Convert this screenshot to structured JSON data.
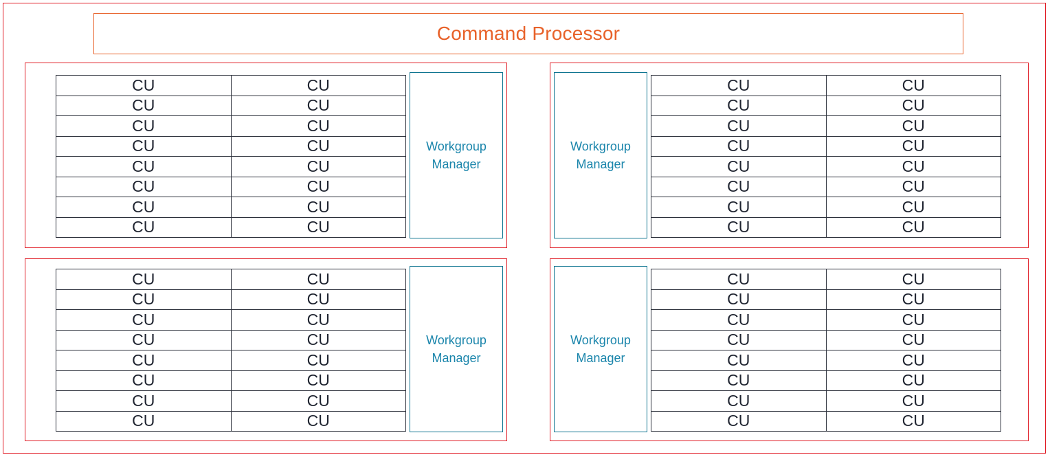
{
  "diagram": {
    "title": "Command Processor",
    "title_color": "#e8622a",
    "frame_color": "#e01b24",
    "manager_color": "#1a85ab",
    "manager_border_color": "#0e7490",
    "cell_text_color": "#1f2430",
    "cell_border_color": "#2b2f3a",
    "workgroups": [
      {
        "id": "workgroup-top-left",
        "layout": "grid-left",
        "manager_label": "Workgroup\nManager",
        "columns": 2,
        "rows": 8,
        "cells": [
          "CU",
          "CU",
          "CU",
          "CU",
          "CU",
          "CU",
          "CU",
          "CU",
          "CU",
          "CU",
          "CU",
          "CU",
          "CU",
          "CU",
          "CU",
          "CU"
        ]
      },
      {
        "id": "workgroup-top-right",
        "layout": "grid-right",
        "manager_label": "Workgroup\nManager",
        "columns": 2,
        "rows": 8,
        "cells": [
          "CU",
          "CU",
          "CU",
          "CU",
          "CU",
          "CU",
          "CU",
          "CU",
          "CU",
          "CU",
          "CU",
          "CU",
          "CU",
          "CU",
          "CU",
          "CU"
        ]
      },
      {
        "id": "workgroup-bottom-left",
        "layout": "grid-left",
        "manager_label": "Workgroup\nManager",
        "columns": 2,
        "rows": 8,
        "cells": [
          "CU",
          "CU",
          "CU",
          "CU",
          "CU",
          "CU",
          "CU",
          "CU",
          "CU",
          "CU",
          "CU",
          "CU",
          "CU",
          "CU",
          "CU",
          "CU"
        ]
      },
      {
        "id": "workgroup-bottom-right",
        "layout": "grid-right",
        "manager_label": "Workgroup\nManager",
        "columns": 2,
        "rows": 8,
        "cells": [
          "CU",
          "CU",
          "CU",
          "CU",
          "CU",
          "CU",
          "CU",
          "CU",
          "CU",
          "CU",
          "CU",
          "CU",
          "CU",
          "CU",
          "CU",
          "CU"
        ]
      }
    ]
  }
}
